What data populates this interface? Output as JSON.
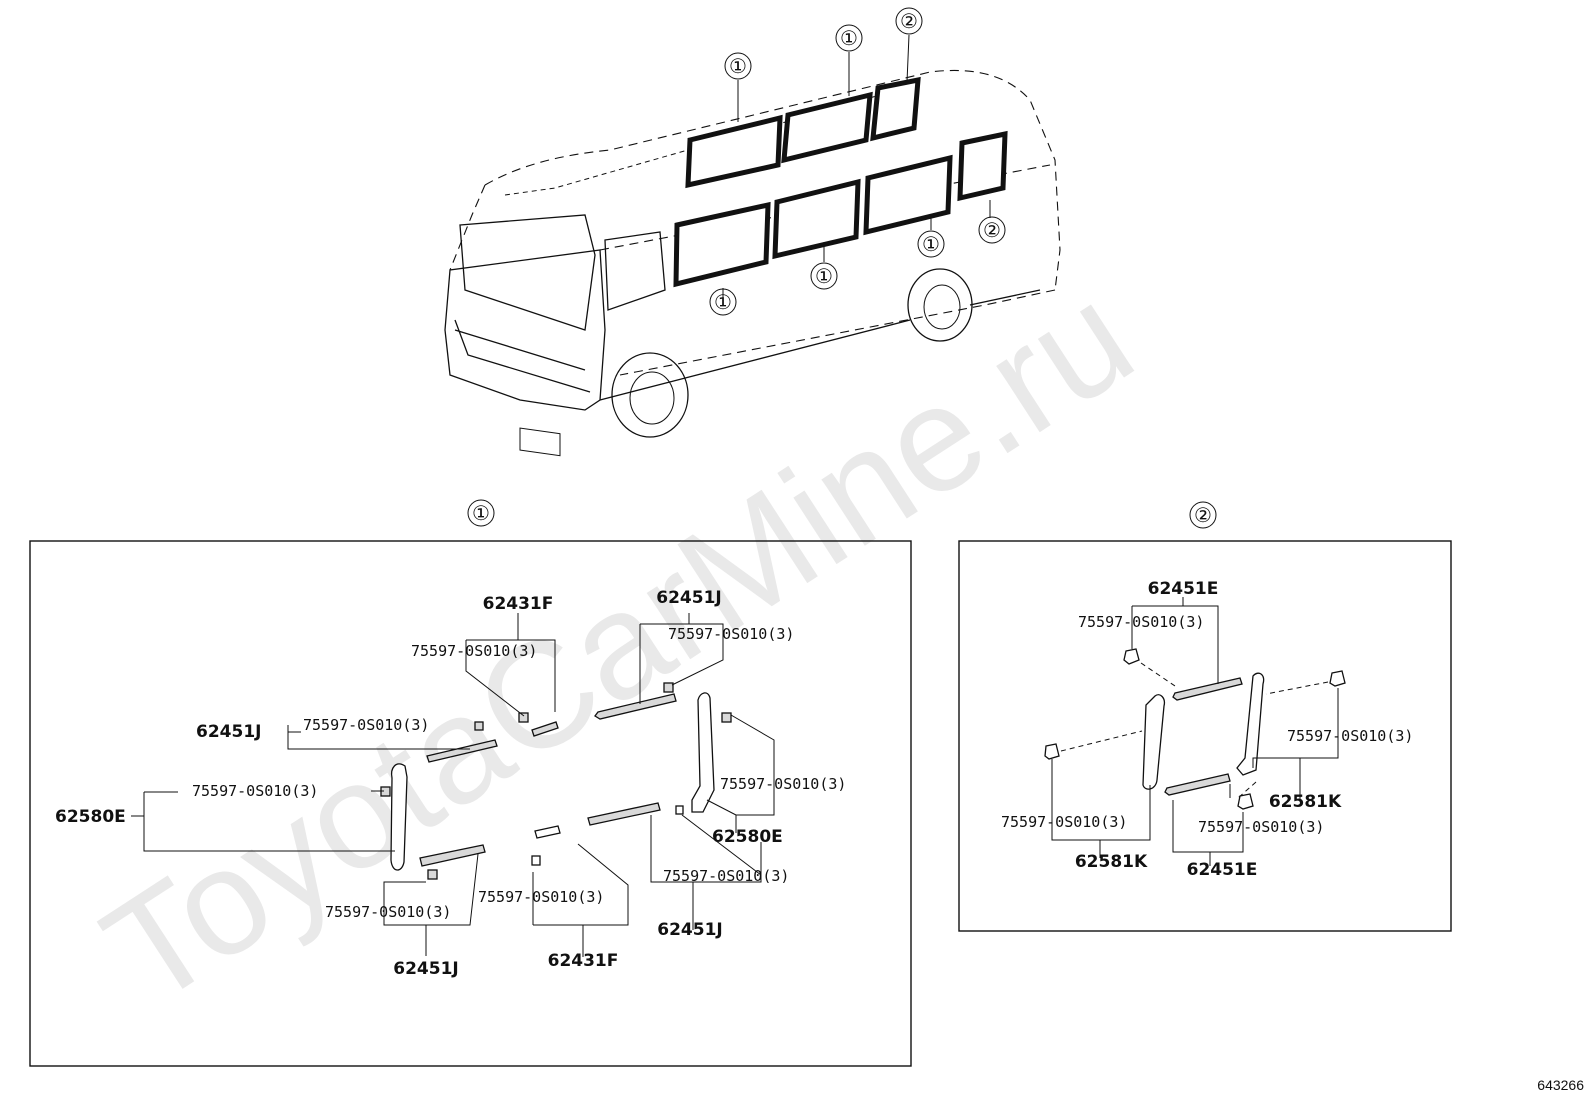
{
  "watermark": "ToyotaCarMine.ru",
  "reference_number": "643266",
  "callout_symbols": {
    "one": "①",
    "two": "②"
  },
  "van_callouts": [
    "①",
    "①",
    "②",
    "①",
    "①",
    "①",
    "②"
  ],
  "panel1": {
    "title": "①",
    "labels": {
      "p62431F_top": "62431F",
      "p62451J_top": "62451J",
      "clip_a": "75597-0S010(3)",
      "clip_b": "75597-0S010(3)",
      "p62451J_left": "62451J",
      "clip_c": "75597-0S010(3)",
      "p62580E_left": "62580E",
      "clip_d": "75597-0S010(3)",
      "clip_e": "75597-0S010(3)",
      "p62580E_right": "62580E",
      "clip_f": "75597-0S010(3)",
      "clip_g": "75597-0S010(3)",
      "clip_h": "75597-0S010(3)",
      "p62451J_bottom": "62451J",
      "p62431F_bottom": "62431F",
      "p62451J_bottom_right": "62451J"
    }
  },
  "panel2": {
    "title": "②",
    "labels": {
      "p62451E_top": "62451E",
      "clip_a": "75597-0S010(3)",
      "clip_b": "75597-0S010(3)",
      "p62581K_right": "62581K",
      "clip_c": "75597-0S010(3)",
      "clip_d": "75597-0S010(3)",
      "p62581K_left": "62581K",
      "p62451E_bottom": "62451E"
    }
  }
}
